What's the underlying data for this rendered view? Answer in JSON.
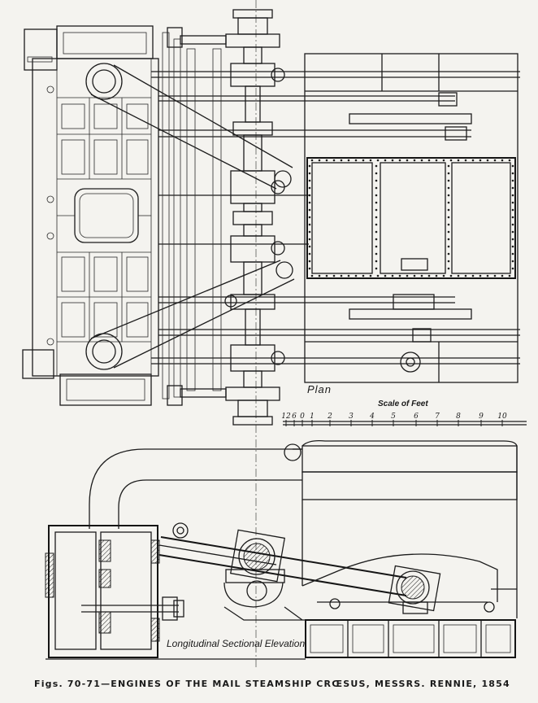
{
  "labels": {
    "plan": "Plan",
    "scale_title": "Scale of Feet",
    "elevation": "Longitudinal Sectional Elevation",
    "caption": "Figs. 70-71—ENGINES OF THE MAIL STEAMSHIP CRŒSUS, MESSRS. RENNIE, 1854"
  },
  "scale": {
    "ticks": [
      "12",
      "6",
      "0",
      "1",
      "2",
      "3",
      "4",
      "5",
      "6",
      "7",
      "8",
      "9",
      "10"
    ]
  }
}
